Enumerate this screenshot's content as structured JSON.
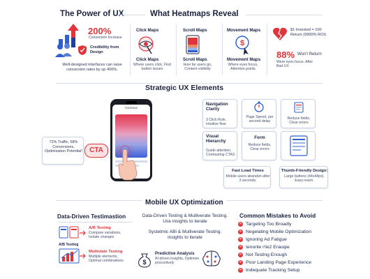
{
  "top": {
    "power_title": "The Power of UX",
    "heatmaps_title": "What Heatmaps Reveal",
    "stat_200": "200%",
    "stat_200_label": "Conversion Increase",
    "credibility": "Credibility from Design",
    "power_caption": "Well-designed interfaces can raise conversion rates by up 400%.",
    "click_maps_title": "Click Maps",
    "click_maps_sub": "Click Maps",
    "click_maps_desc": "Where users click, Find button issues",
    "scroll_maps_title": "Scroll Maps",
    "scroll_maps_sub": "Scroll Maps",
    "scroll_maps_desc": "How far users go, Content visibility",
    "movement_maps_title": "Movement Maps",
    "movement_maps_sub": "Movement Maps",
    "movement_maps_desc": "Where eyes focus, Attention points",
    "roi_text": "$1 Invested = 100 Return (9900% ROI)",
    "stat_88": "88%",
    "stat_88_label": "Won't Return",
    "stat_88_desc": "Were eyes focus. After Bad UX"
  },
  "strategic": {
    "title": "Strategic UX Elements",
    "phone_label": "Gorstuw",
    "cta_label": "CTA",
    "traffic_note": "72% Traffic, 58% Conversions, Optimization Potential!",
    "nav_title": "Navigation Clarity",
    "nav_desc": "3 Click Rule, Intuitive flow",
    "pagespeed_desc": "Page Speed, per second delay",
    "reduce_fields_1": "Reduce fields, Clear errors",
    "visual_title": "Visual Hierarchy",
    "visual_desc": "Guide attention, Contrasting CTAS",
    "form_title": "Form",
    "form_desc": "Reduce fields, Clear errors",
    "fast_load_title": "Fast Load Times",
    "fast_load_desc": "Mobile users abandon after 3 seconds.",
    "thumb_title": "Thumb-Friendly Design:",
    "thumb_desc": "Large buttons (44x44px). Easy reach."
  },
  "mobile": {
    "title": "Mobile UX Optimization",
    "dd_title": "Data-Driven Testimastion",
    "ab_title": "A/B Testing",
    "ab_desc": "Compare variations, Isolate changes",
    "ab_label": "A/B Testing",
    "mv_title": "Multiviate Testing",
    "mv_desc": "Multiple elements, Optimal combinations",
    "center_line1": "Data-Driven Testing & Mulliverate Testing.",
    "center_line1b": "Use insights to iterate",
    "center_line2": "Systetmic ABi & Mulliverate Testing.",
    "center_line2b": "insights to iterate",
    "predictive_title": "Predictive Analysis",
    "predictive_desc": "AI-driven insights, Optimize procositvely",
    "mistakes_title": "Common Mistakes to Avoid",
    "mistakes": [
      "Targeting Too Broadly",
      "Negelating Mobile Optimization",
      "Ignoring Ad Fatigue",
      "Ienorile r!ie2 Erauqie",
      "Not Testing Enough",
      "Poor Landing Page Experience",
      "Indequate Tracking Setup"
    ]
  },
  "colors": {
    "navy": "#1a2340",
    "accent_red": "#e0353a",
    "blue": "#2f5fd0",
    "card_border": "#c9d4e8"
  }
}
